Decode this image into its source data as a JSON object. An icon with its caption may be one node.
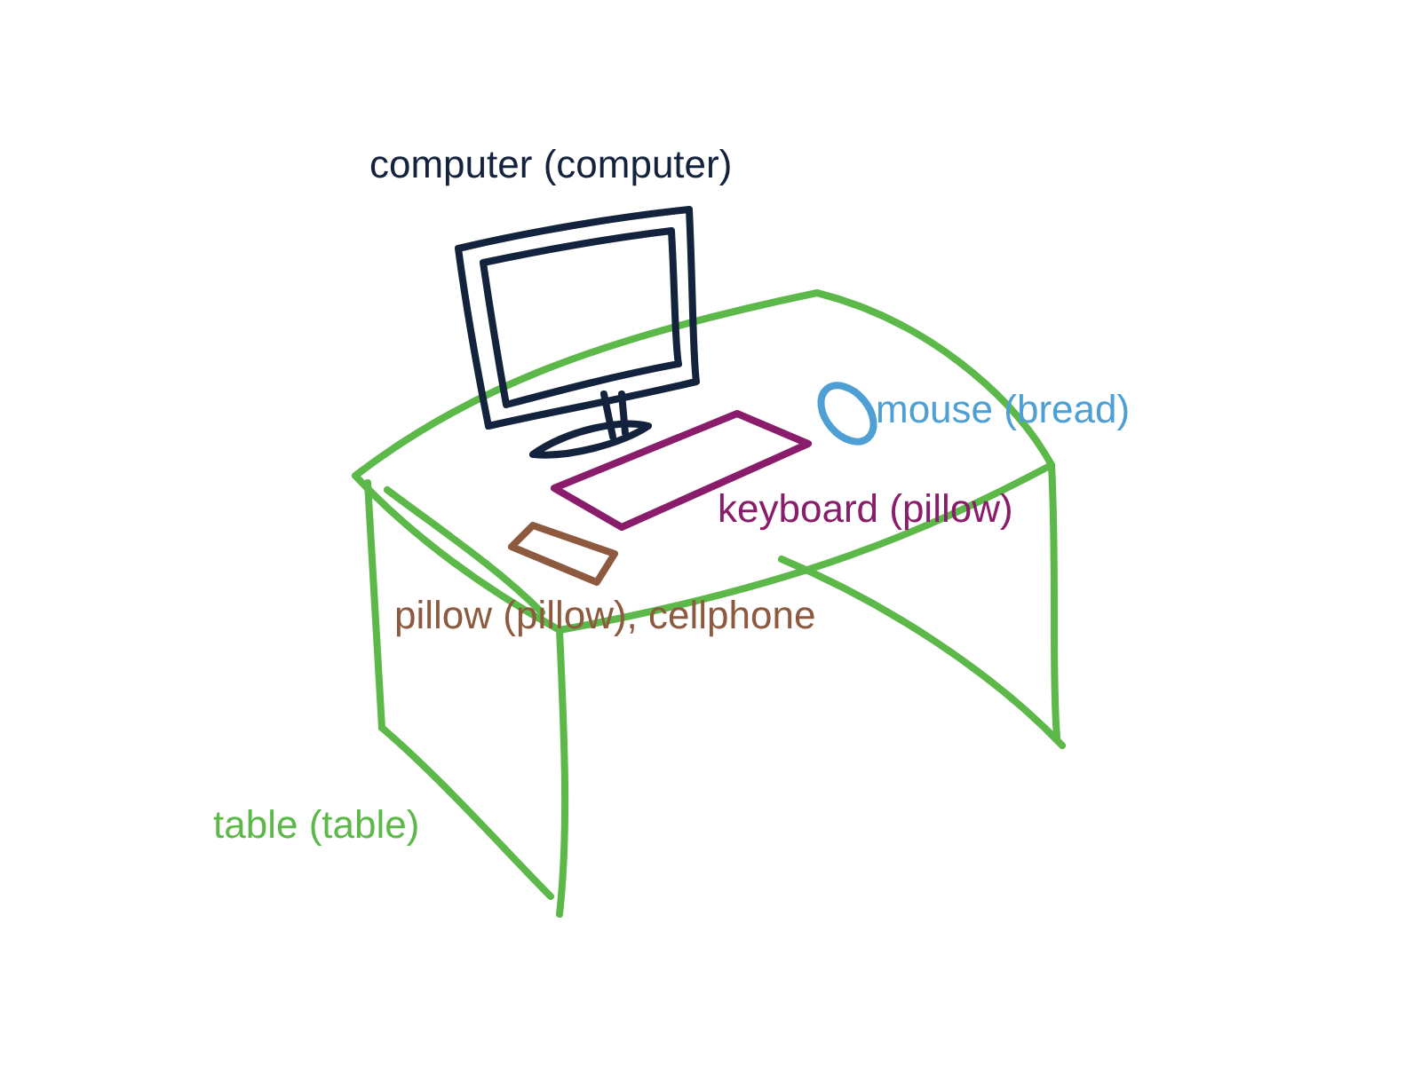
{
  "diagram": {
    "labels": [
      "computer (computer)",
      "mouse (bread)",
      "keyboard (pillow)",
      "pillow (pillow), cellphone",
      "table (table)"
    ]
  }
}
